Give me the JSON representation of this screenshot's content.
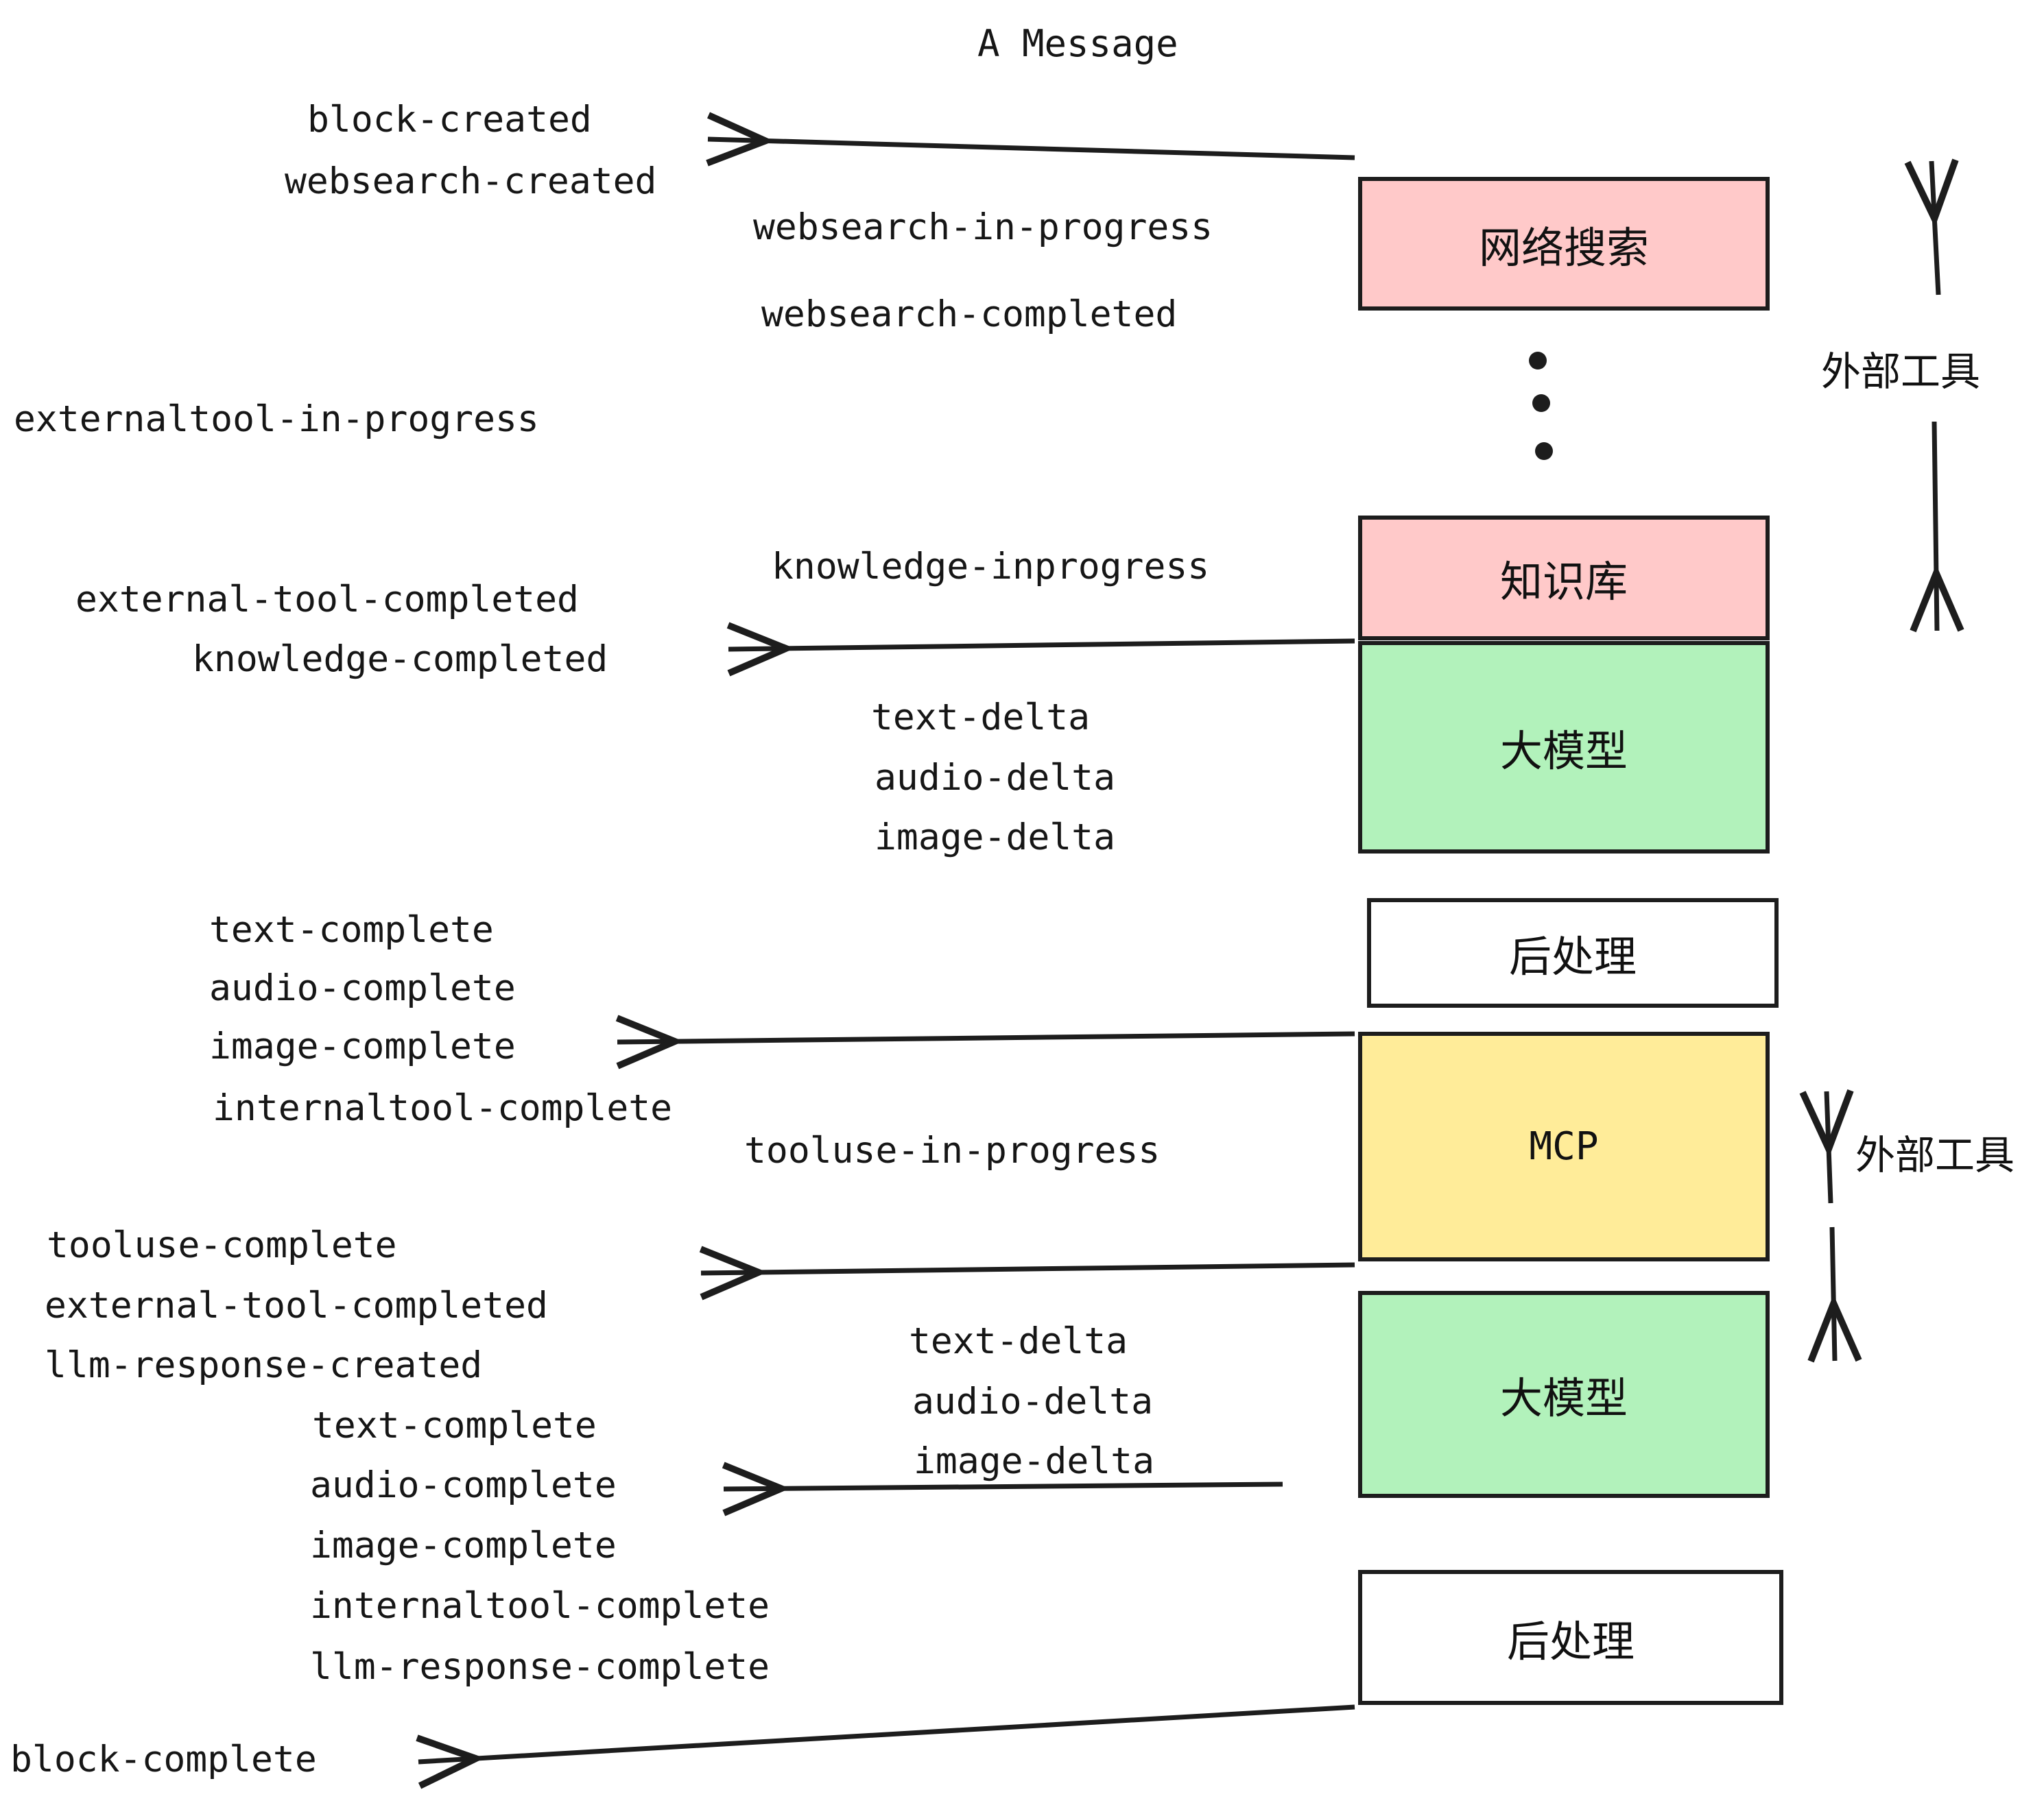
{
  "title": "A Message",
  "colors": {
    "pink": "#FFC9C9",
    "green": "#B2F2BB",
    "yellow": "#FFEC99",
    "white": "#FFFFFF",
    "stroke": "#1D1D1D",
    "text": "#161616"
  },
  "boxes": [
    {
      "id": "websearch",
      "label": "网络搜索",
      "fill": "#FFC9C9"
    },
    {
      "id": "knowledge",
      "label": "知识库",
      "fill": "#FFC9C9"
    },
    {
      "id": "llm-top",
      "label": "大模型",
      "fill": "#B2F2BB"
    },
    {
      "id": "postprocess-top",
      "label": "后处理",
      "fill": "#FFFFFF"
    },
    {
      "id": "mcp",
      "label": "MCP",
      "fill": "#FFEC99"
    },
    {
      "id": "llm-bottom",
      "label": "大模型",
      "fill": "#B2F2BB"
    },
    {
      "id": "postprocess-bottom",
      "label": "后处理",
      "fill": "#FFFFFF"
    }
  ],
  "side_labels": [
    {
      "id": "external-tool-top",
      "label": "外部工具"
    },
    {
      "id": "external-tool-bottom",
      "label": "外部工具"
    }
  ],
  "events": [
    {
      "id": "block-created",
      "label": "block-created"
    },
    {
      "id": "websearch-created",
      "label": "websearch-created"
    },
    {
      "id": "websearch-in-progress",
      "label": "websearch-in-progress"
    },
    {
      "id": "websearch-completed",
      "label": "websearch-completed"
    },
    {
      "id": "externaltool-in-progress",
      "label": "externaltool-in-progress"
    },
    {
      "id": "knowledge-inprogress",
      "label": "knowledge-inprogress"
    },
    {
      "id": "external-tool-completed-1",
      "label": "external-tool-completed"
    },
    {
      "id": "knowledge-completed",
      "label": "knowledge-completed"
    },
    {
      "id": "text-delta-1",
      "label": "text-delta"
    },
    {
      "id": "audio-delta-1",
      "label": "audio-delta"
    },
    {
      "id": "image-delta-1",
      "label": "image-delta"
    },
    {
      "id": "text-complete-1",
      "label": "text-complete"
    },
    {
      "id": "audio-complete-1",
      "label": "audio-complete"
    },
    {
      "id": "image-complete-1",
      "label": "image-complete"
    },
    {
      "id": "internaltool-complete-1",
      "label": "internaltool-complete"
    },
    {
      "id": "tooluse-in-progress",
      "label": "tooluse-in-progress"
    },
    {
      "id": "tooluse-complete",
      "label": "tooluse-complete"
    },
    {
      "id": "external-tool-completed-2",
      "label": "external-tool-completed"
    },
    {
      "id": "llm-response-created",
      "label": "llm-response-created"
    },
    {
      "id": "text-delta-2",
      "label": "text-delta"
    },
    {
      "id": "audio-delta-2",
      "label": "audio-delta"
    },
    {
      "id": "image-delta-2",
      "label": "image-delta"
    },
    {
      "id": "text-complete-2",
      "label": "text-complete"
    },
    {
      "id": "audio-complete-2",
      "label": "audio-complete"
    },
    {
      "id": "image-complete-2",
      "label": "image-complete"
    },
    {
      "id": "internaltool-complete-2",
      "label": "internaltool-complete"
    },
    {
      "id": "llm-response-complete",
      "label": "llm-response-complete"
    },
    {
      "id": "block-complete",
      "label": "block-complete"
    }
  ]
}
